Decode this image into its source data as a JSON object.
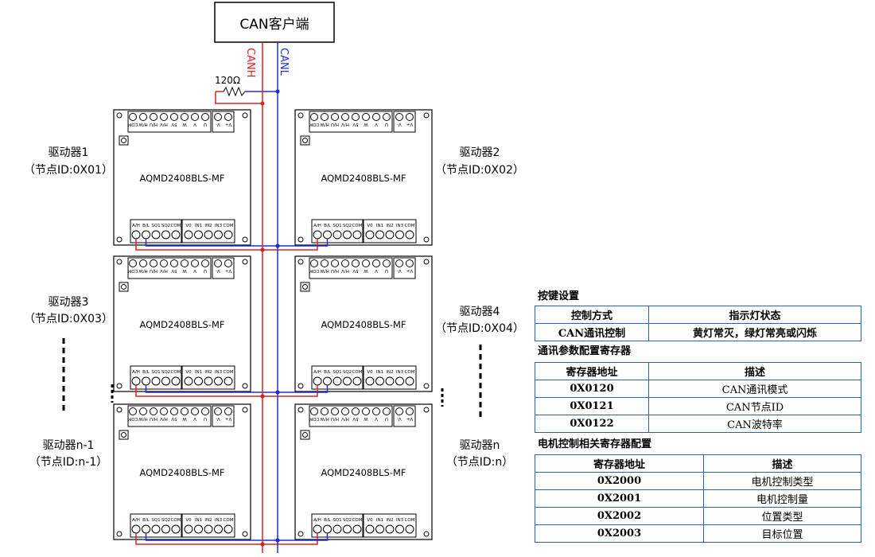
{
  "client": {
    "label": "CAN客户端"
  },
  "bus": {
    "canh_label": "CANH",
    "canl_label": "CANL",
    "canh_color": "#e02020",
    "canl_color": "#2030d0"
  },
  "resistor": {
    "label": "120Ω"
  },
  "drivers": [
    {
      "name": "驱动器1",
      "node": "（节点ID:0X01）",
      "model": "AQMD2408BLS-MF"
    },
    {
      "name": "驱动器2",
      "node": "（节点ID:0X02）",
      "model": "AQMD2408BLS-MF"
    },
    {
      "name": "驱动器3",
      "node": "（节点ID:0X03）",
      "model": "AQMD2408BLS-MF"
    },
    {
      "name": "驱动器4",
      "node": "（节点ID:0X04）",
      "model": "AQMD2408BLS-MF"
    },
    {
      "name": "驱动器n-1",
      "node": "（节点ID:n-1）",
      "model": "AQMD2408BLS-MF"
    },
    {
      "name": "驱动器n",
      "node": "（节点ID:n）",
      "model": "AQMD2408BLS-MF"
    }
  ],
  "terminals": {
    "top_left": [
      "COM",
      "H/W",
      "H/U",
      "H/V",
      "5V",
      "W",
      "V",
      "U"
    ],
    "top_right": [
      "V-",
      "V+"
    ],
    "bottom_left": [
      "A/H",
      "B/L",
      "SQ1",
      "SQ2",
      "COM"
    ],
    "bottom_right": [
      "V0",
      "IN1",
      "IN2",
      "IN3",
      "COM"
    ]
  },
  "tables": {
    "keys": {
      "title": "按键设置",
      "headers": [
        "控制方式",
        "指示灯状态"
      ],
      "rows": [
        [
          "CAN通讯控制",
          "黄灯常灭，绿灯常亮或闪烁"
        ]
      ]
    },
    "comm": {
      "title": "通讯参数配置寄存器",
      "headers": [
        "寄存器地址",
        "描述"
      ],
      "rows": [
        [
          "0X0120",
          "CAN通讯模式"
        ],
        [
          "0X0121",
          "CAN节点ID"
        ],
        [
          "0X0122",
          "CAN波特率"
        ]
      ]
    },
    "motor": {
      "title": "电机控制相关寄存器配置",
      "headers": [
        "寄存器地址",
        "描述"
      ],
      "rows": [
        [
          "0X2000",
          "电机控制类型"
        ],
        [
          "0X2001",
          "电机控制量"
        ],
        [
          "0X2002",
          "位置类型"
        ],
        [
          "0X2003",
          "目标位置"
        ]
      ]
    }
  }
}
